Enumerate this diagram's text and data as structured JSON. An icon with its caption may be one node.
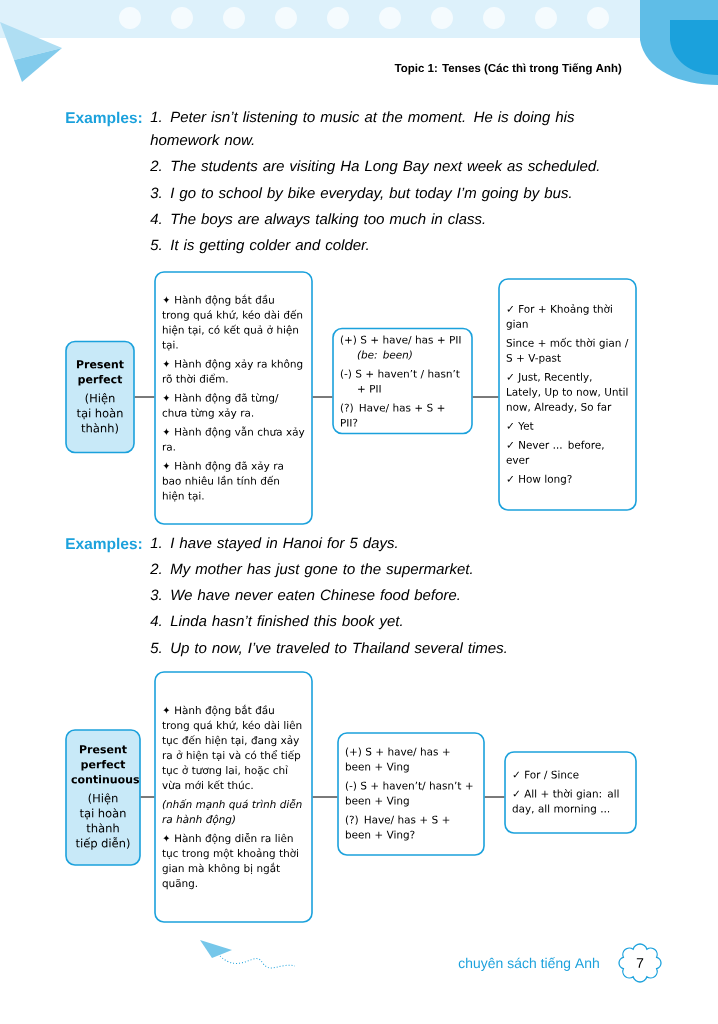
{
  "diagram": {
    "title": "Topic 1: Tenses (Các thì trong Tiếng Anh)",
    "nodes": [
      {
        "text": [
          "Present perfect",
          "(Hiện tại hoàn thành)"
        ]
      },
      {
        "text": [
          "✦ Hành động bắt đầu trong quá khứ, kéo dài đến hiện tại, có kết quả ở hiện tại.",
          "✦ Hành động xảy ra không rõ thời điểm.",
          "✦ Hành động đã từng/ chưa từng xảy ra.",
          "✦ Hành động vẫn chưa xảy ra.",
          "✦ Hành động đã xảy ra bao nhiêu lần tính đến hiện tại."
        ]
      },
      {
        "text": [
          "(+) S + have/ has + PII *(be: been)*",
          "(-) S + haven’t / hasn’t + PII",
          "(?) Have/ has + S + PII?"
        ]
      },
      {
        "text": [
          "✓ For + Khoảng thời gian",
          "Since + mốc thời gian / S + V-past",
          "✓ Just, Recently, Lately, Up to now, Until now, Already, So far",
          "✓ Yet",
          "✓ Never ... before, ever",
          "✓ How long?"
        ]
      },
      {
        "text": [
          "Present perfect continuous",
          "(Hiện tại hoàn thành tiếp diễn)"
        ]
      },
      {
        "text": [
          "✦ Hành động bắt đầu trong quá khứ, kéo dài liên tục đến hiện tại, đang xảy ra ở hiện tại và có thể tiếp tục ở tương lai, hoặc chỉ vừa mới kết thúc.",
          "(nhấn mạnh quá trình diễn ra hành động)",
          "✦ Hành động diễn ra liên tục trong một khoảng thời gian mà không bị ngắt quãng."
        ]
      },
      {
        "text": [
          "(+) S + have/ has + been + Ving",
          "(-) S + haven’t/ hasn’t + been + Ving",
          "(?) Have/ has + S + been + Ving?"
        ]
      },
      {
        "text": [
          "✓ For / Since",
          "✓ All + thời gian: all day, all morning ..."
        ]
      }
    ],
    "edges": [
      {
        "from": 0,
        "to": 1,
        "arrow": "none"
      },
      {
        "from": 1,
        "to": 2,
        "arrow": "none"
      },
      {
        "from": 2,
        "to": 3,
        "arrow": "none"
      },
      {
        "from": 4,
        "to": 5,
        "arrow": "none"
      },
      {
        "from": 5,
        "to": 6,
        "arrow": "none"
      },
      {
        "from": 6,
        "to": 7,
        "arrow": "none"
      }
    ],
    "labels": [
      "Examples:",
      "1. Peter isn’t listening to music at the moment. He is doing his homework now.",
      "2. The students are visiting Ha Long Bay next week as scheduled.",
      "3. I go to school by bike everyday, but today I’m going by bus.",
      "4. The boys are always talking too much in class.",
      "5. It is getting colder and colder.",
      "Examples:",
      "1. I have stayed in Hanoi for 5 days.",
      "2. My mother has just gone to the supermarket.",
      "3. We have never eaten Chinese food before.",
      "4. Linda hasn’t finished this book yet.",
      "5. Up to now, I’ve traveled to Thailand several times.",
      "chuyên sách tiếng Anh",
      "7"
    ]
  }
}
